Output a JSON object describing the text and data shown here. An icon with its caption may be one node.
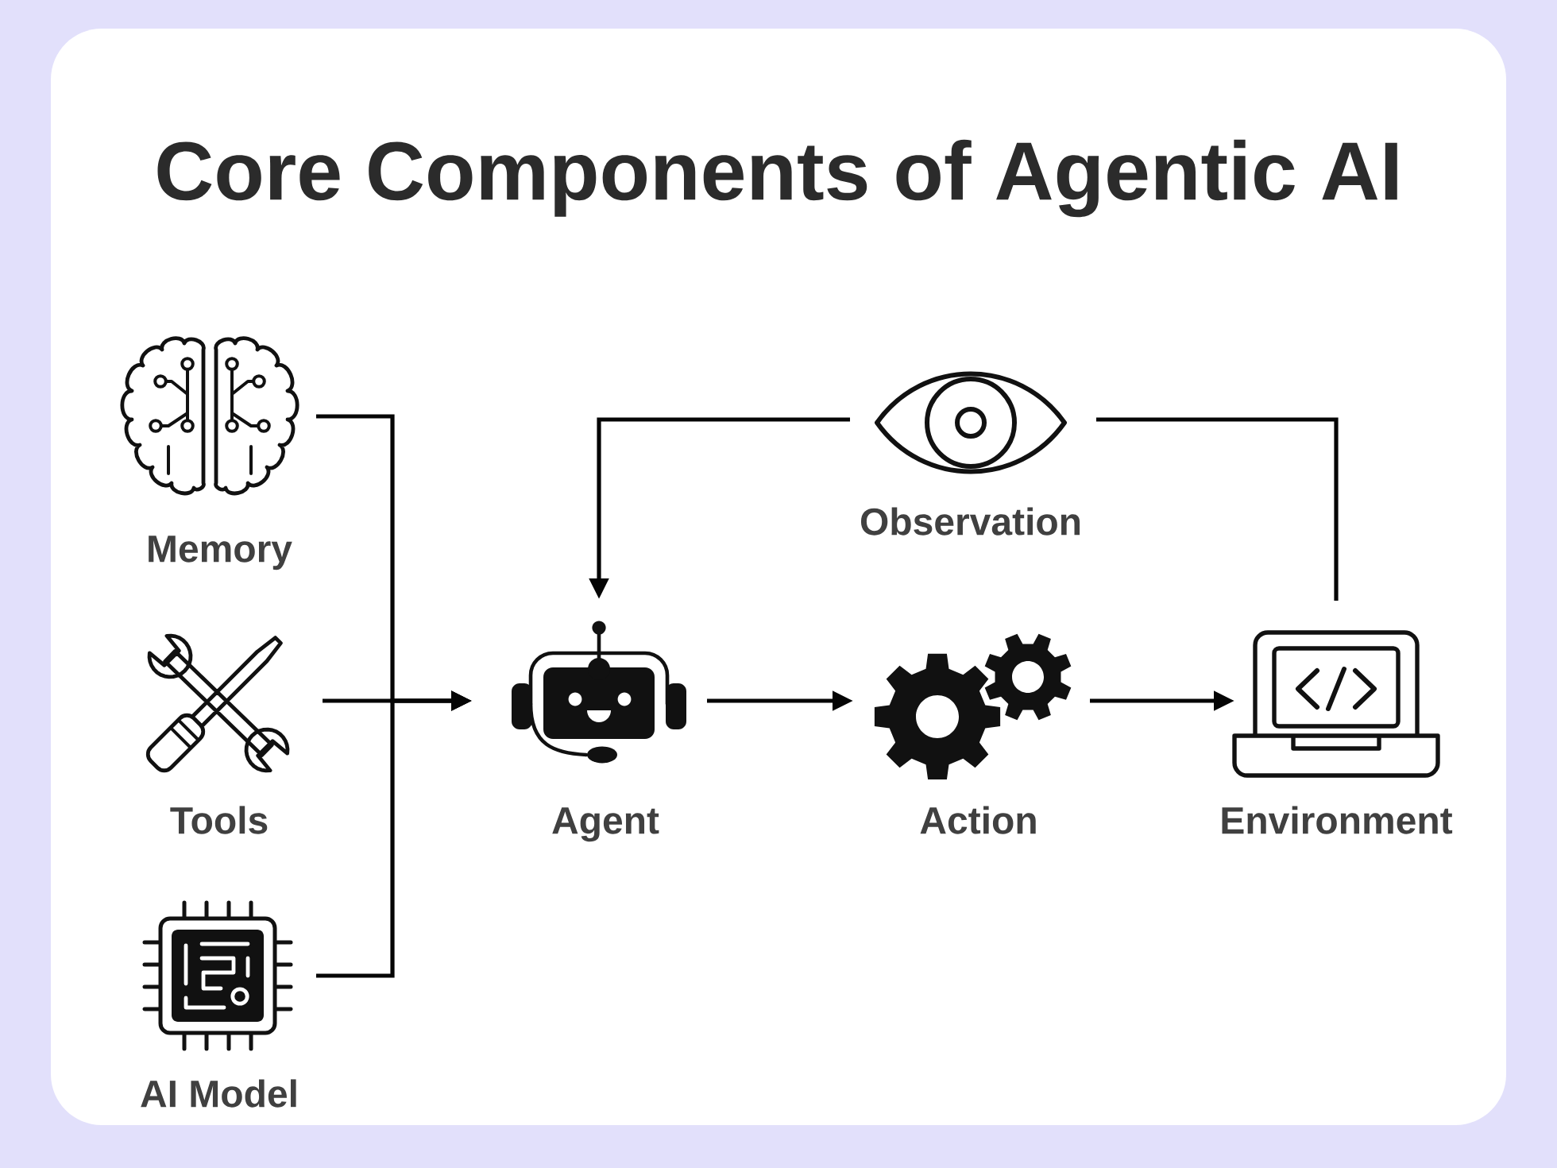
{
  "diagram": {
    "title": "Core Components of Agentic AI",
    "nodes": [
      {
        "text": [
          "Memory"
        ]
      },
      {
        "text": [
          "Tools"
        ]
      },
      {
        "text": [
          "AI Model"
        ]
      },
      {
        "text": [
          "Agent"
        ]
      },
      {
        "text": [
          "Action"
        ]
      },
      {
        "text": [
          "Environment"
        ]
      },
      {
        "text": [
          "Observation"
        ]
      }
    ],
    "edges": [
      {
        "from": 0,
        "to": 3,
        "arrow": "to"
      },
      {
        "from": 1,
        "to": 3,
        "arrow": "to"
      },
      {
        "from": 2,
        "to": 3,
        "arrow": "to"
      },
      {
        "from": 3,
        "to": 4,
        "arrow": "to"
      },
      {
        "from": 4,
        "to": 5,
        "arrow": "to"
      },
      {
        "from": 5,
        "to": 6,
        "arrow": "none"
      },
      {
        "from": 6,
        "to": 3,
        "arrow": "to"
      }
    ]
  }
}
